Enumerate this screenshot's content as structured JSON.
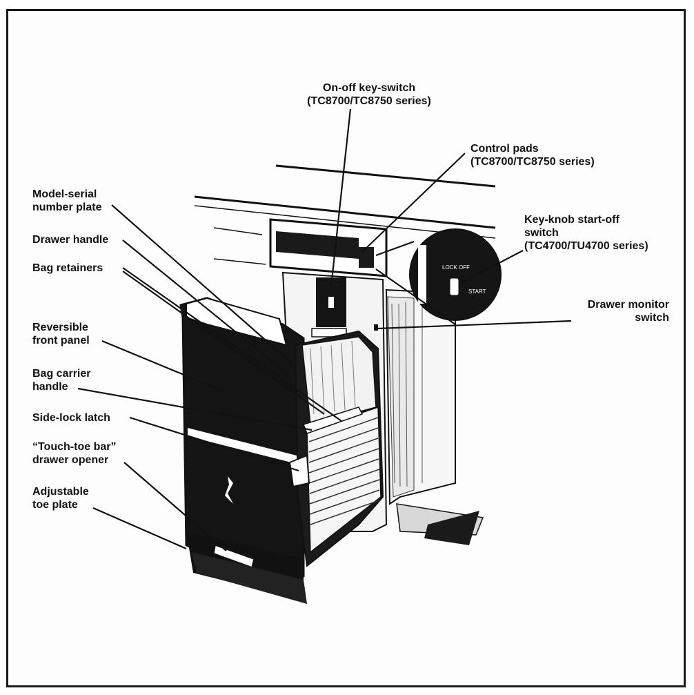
{
  "labels": {
    "onoff_line1": "On-off key-switch",
    "onoff_line2": "(TC8700/TC8750 series)",
    "control_line1": "Control pads",
    "control_line2": "(TC8700/TC8750 series)",
    "keyknob_line1": "Key-knob start-off",
    "keyknob_line2": "switch",
    "keyknob_line3": "(TC4700/TU4700 series)",
    "monitor_line1": "Drawer monitor",
    "monitor_line2": "switch",
    "model_line1": "Model-serial",
    "model_line2": "number plate",
    "drawer_handle": "Drawer handle",
    "bag_retainers": "Bag retainers",
    "reversible_line1": "Reversible",
    "reversible_line2": "front panel",
    "bagcarrier_line1": "Bag carrier",
    "bagcarrier_line2": "handle",
    "sidelock": "Side-lock latch",
    "toetouch_line1": "“Touch-toe bar”",
    "toetouch_line2": "drawer opener",
    "adjustable_line1": "Adjustable",
    "adjustable_line2": "toe plate"
  },
  "knob_text": {
    "lock_off": "LOCK OFF",
    "start": "START"
  }
}
